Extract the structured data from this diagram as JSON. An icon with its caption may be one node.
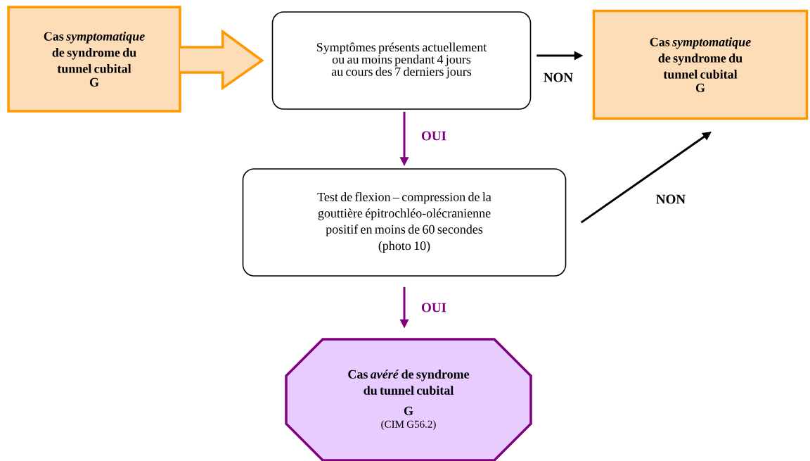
{
  "diagram": {
    "nodes": [
      {
        "text": [
          "Cas *symptomatique* de syndrome du tunnel cubital",
          "G"
        ]
      },
      {
        "text": [
          "Symptômes présents actuellement ou au moins pendant 4 jours au cours des 7 derniers jours"
        ]
      },
      {
        "text": [
          "Cas *symptomatique* de syndrome du tunnel cubital",
          "G"
        ]
      },
      {
        "text": [
          "Test de flexion – compression de la gouttière épitrochléo-olécranienne positif en moins de 60 secondes",
          "(photo 10)"
        ]
      },
      {
        "text": [
          "Cas *avéré* de syndrome du tunnel cubital",
          "G",
          "(CIM G56.2)"
        ]
      }
    ],
    "edges": [
      {
        "from": 0,
        "to": 1,
        "arrow": "to",
        "color": "#ff9900"
      },
      {
        "from": 1,
        "to": 2,
        "arrow": "to",
        "label": "NON"
      },
      {
        "from": 1,
        "to": 3,
        "arrow": "to",
        "label": "OUI",
        "color": "#800080"
      },
      {
        "from": 3,
        "to": 2,
        "arrow": "to",
        "label": "NON"
      },
      {
        "from": 3,
        "to": 4,
        "arrow": "to",
        "label": "OUI",
        "color": "#800080"
      }
    ]
  }
}
